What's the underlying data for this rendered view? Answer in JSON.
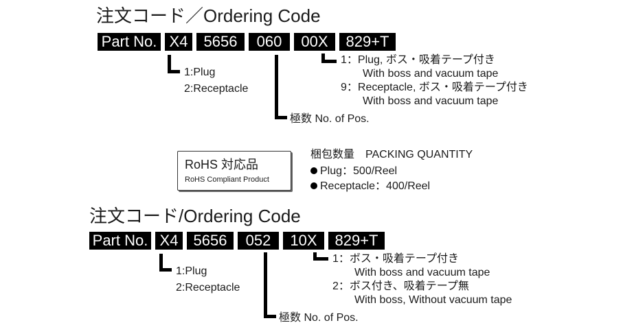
{
  "section1": {
    "title": "注文コード／Ordering Code",
    "boxes": [
      "Part No.",
      "X4",
      "5656",
      "060",
      "00X",
      "829+T"
    ],
    "type_options": [
      "1:Plug",
      "2:Receptacle"
    ],
    "suffix_options": [
      "1：Plug, ボス・吸着テープ付き",
      "With boss and vacuum tape",
      "9：Receptacle, ボス・吸着テープ付き",
      "With boss and vacuum tape"
    ],
    "pos_label": "極数 No. of Pos."
  },
  "rohs": {
    "title": "RoHS 対応品",
    "subtitle": "RoHS Compliant Product"
  },
  "packing": {
    "heading": "梱包数量　PACKING QUANTITY",
    "items": [
      "Plug：500/Reel",
      "Receptacle：400/Reel"
    ]
  },
  "section2": {
    "title": "注文コード/Ordering Code",
    "boxes": [
      "Part No.",
      "X4",
      "5656",
      "052",
      "10X",
      "829+T"
    ],
    "type_options": [
      "1:Plug",
      "2:Receptacle"
    ],
    "suffix_options": [
      "1：ボス・吸着テープ付き",
      "With boss and vacuum tape",
      "2：ボス付き、吸着テープ無",
      "With boss, Without vacuum tape"
    ],
    "pos_label": "極数 No. of Pos."
  }
}
